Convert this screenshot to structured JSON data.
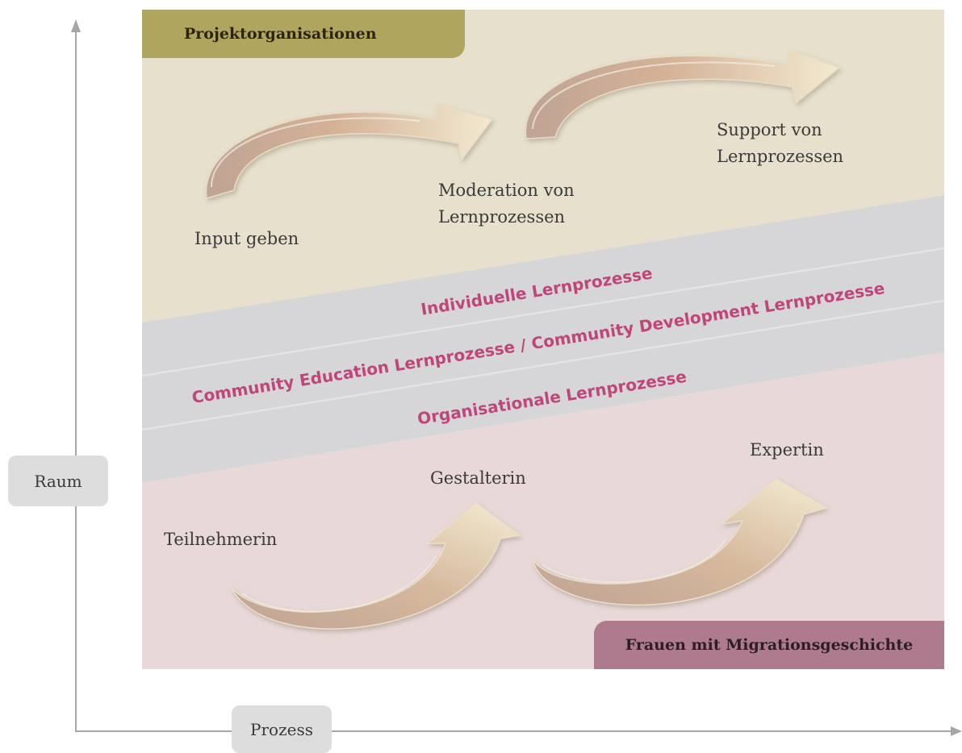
{
  "axes": {
    "y_label": "Raum",
    "x_label": "Prozess"
  },
  "regions": {
    "top_title": "Projektorganisationen",
    "bottom_title": "Frauen mit Migrationsgeschichte"
  },
  "bands": [
    "Individuelle Lernprozesse",
    "Community Education Lernprozesse / Community Development Lernprozesse",
    "Organisationale Lernprozesse"
  ],
  "top_steps": [
    "Input geben",
    "Moderation von\nLernprozessen",
    "Support von\nLernprozessen"
  ],
  "bottom_steps": [
    "Teilnehmerin",
    "Gestalterin",
    "Expertin"
  ],
  "colors": {
    "top_bg": "#e6e0cc",
    "top_tab": "#afa55f",
    "band_bg": "#d6d6d8",
    "band_text": "#c0467a",
    "bottom_bg": "#e8d8d8",
    "bottom_tab": "#ad7b8d",
    "axis": "#a6a6a6",
    "arrow_dark": "#c9a890",
    "arrow_light": "#efe5c7"
  }
}
